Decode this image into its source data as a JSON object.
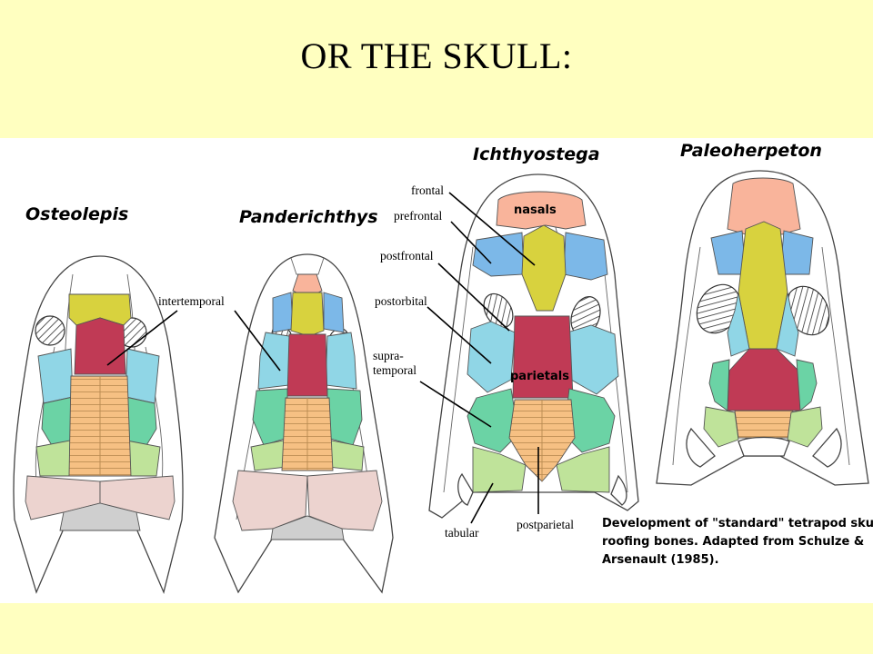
{
  "title": "OR THE SKULL:",
  "species": {
    "osteolepis": "Osteolepis",
    "panderichthys": "Panderichthys",
    "ichthyostega": "Ichthyostega",
    "paleoherpeton": "Paleoherpeton"
  },
  "labels": {
    "intertemporal": "intertemporal",
    "frontal": "frontal",
    "nasals": "nasals",
    "prefrontal": "prefrontal",
    "postfrontal": "postfrontal",
    "postorbital": "postorbital",
    "supratemporal_1": "supra-",
    "supratemporal_2": "temporal",
    "parietals": "parietals",
    "tabular": "tabular",
    "postparietal": "postparietal"
  },
  "caption": {
    "line1": "Development of \"standard\" tetrapod skull",
    "line2": "roofing bones.  Adapted from Schulze &",
    "line3": "Arsenault (1985)."
  },
  "colors": {
    "background": "#ffffc0",
    "nasal": "#f9b49b",
    "frontal": "#d8d23e",
    "parietal": "#c03a55",
    "postparietal": "#f6c083",
    "prefrontal": "#7cb8e8",
    "postorbital": "#90d6e6",
    "supratemporal": "#6bd3a5",
    "tabular": "#bfe39a",
    "extrascapular": "#ecd3cf",
    "grey": "#cfcfcf"
  }
}
